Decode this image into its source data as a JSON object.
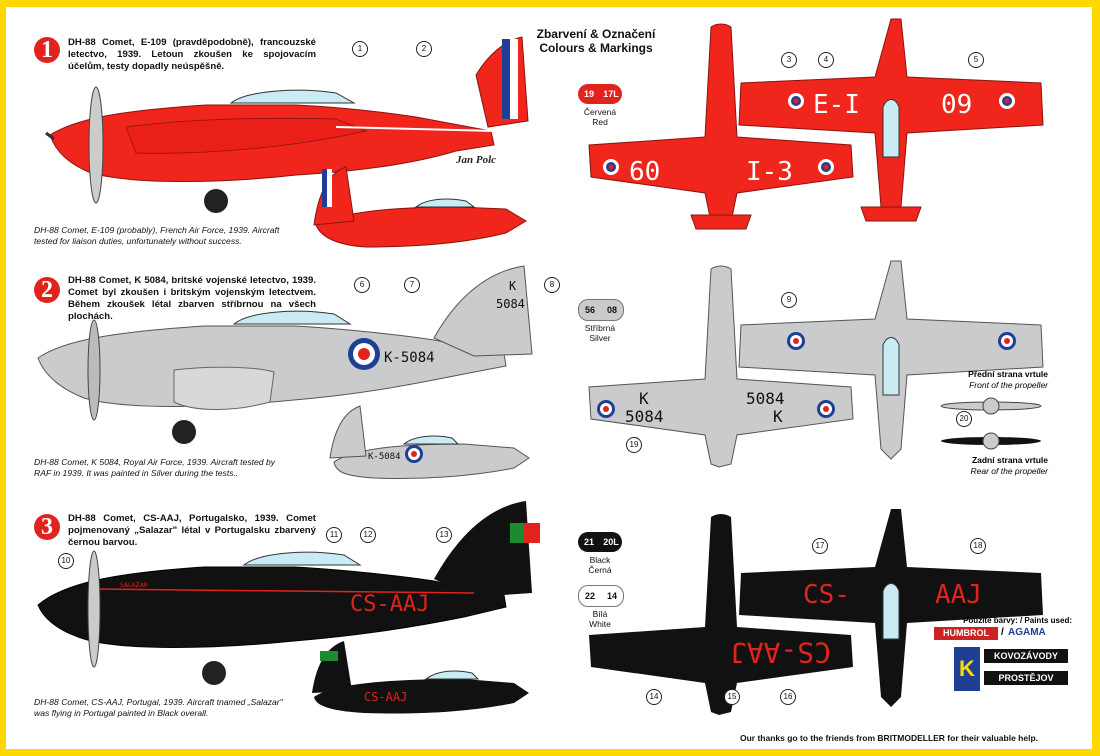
{
  "header": {
    "title_cz": "Zbarvení & Označení",
    "title_en": "Colours & Markings"
  },
  "variants": [
    {
      "number": "1",
      "desc_cz": "DH-88 Comet, E-109 (pravděpodobně), francouzské letectvo, 1939. Letoun zkoušen ke spojovacím účelům, testy dopadly neúspěšně.",
      "desc_en": "DH-88 Comet, E-109 (probably), French Air Force, 1939. Aircraft tested for liaison duties, unfortunately without success.",
      "signature": "Jan Polc",
      "side_code": "",
      "top_code_left": "E-I",
      "top_code_right": "09",
      "bottom_code_left": "60",
      "bottom_code_right": "I-3",
      "color": "#f0251b"
    },
    {
      "number": "2",
      "desc_cz": "DH-88 Comet, K 5084, britské vojenské letectvo, 1939. Comet byl zkoušen i britským vojenským letectvem. Během zkoušek létal zbarven stříbrnou na všech plochách.",
      "desc_en": "DH-88 Comet, K 5084, Royal Air Force, 1939. Aircraft tested by RAF in 1939. It was painted in Silver during the tests..",
      "side_code": "K-5084",
      "fin_code_1": "K",
      "fin_code_2": "5084",
      "wing_code_left_1": "K",
      "wing_code_left_2": "5084",
      "wing_code_right_1": "5084",
      "wing_code_right_2": "K",
      "color": "#c9cbcc"
    },
    {
      "number": "3",
      "desc_cz": "DH-88 Comet, CS-AAJ, Portugalsko, 1939. Comet pojmenovaný „Salazar\" létal v Portugalsku zbarvený černou barvou.",
      "desc_en": "DH-88 Comet, CS-AAJ, Portugal, 1939. Aircraft tnamed „Salazar\" was flying in Portugal painted in Black overall.",
      "side_code": "CS-AAJ",
      "nose_name": "SALAZAR",
      "top_code_left": "CS-",
      "top_code_right": "AAJ",
      "bottom_code": "CS-AAJ",
      "color": "#111111"
    }
  ],
  "paints": [
    {
      "code_a": "19",
      "code_b": "17L",
      "name_cz": "Červená",
      "name_en": "Red",
      "color": "#e0231c",
      "text": "#ffffff"
    },
    {
      "code_a": "56",
      "code_b": "08",
      "name_cz": "Stříbrná",
      "name_en": "Silver",
      "color": "#c9cbcc",
      "text": "#111111"
    },
    {
      "code_a": "21",
      "code_b": "20L",
      "name_cz": "Black",
      "name_en": "Černá",
      "color": "#111111",
      "text": "#ffffff"
    },
    {
      "code_a": "22",
      "code_b": "14",
      "name_cz": "Bílá",
      "name_en": "White",
      "color": "#ffffff",
      "text": "#111111"
    }
  ],
  "propeller": {
    "front_cz": "Přední strana vrtule",
    "front_en": "Front of the propeller",
    "rear_cz": "Zadní strana vrtule",
    "rear_en": "Rear of the propeller",
    "callout": "20"
  },
  "brands": {
    "used_label": "Použité barvy: / Paints used:",
    "humbrol": "HUMBROL",
    "separator": "/",
    "agama": "AGAMA",
    "company_1": "KOVOZÁVODY",
    "company_2": "PROSTĚJOV",
    "logo_letter": "K"
  },
  "footer": "Our thanks go to the friends from BRITMODELLER for their valuable help.",
  "callouts": {
    "c1": "1",
    "c2": "2",
    "c3": "3",
    "c4": "4",
    "c5": "5",
    "c6": "6",
    "c7": "7",
    "c8": "8",
    "c9": "9",
    "c10": "10",
    "c11": "11",
    "c12": "12",
    "c13": "13",
    "c14": "14",
    "c15": "15",
    "c16": "16",
    "c17": "17",
    "c18": "18",
    "c19": "19",
    "c20": "20"
  },
  "colors": {
    "border_yellow": "#ffd800",
    "red": "#f0251b",
    "silver": "#c9cbcc",
    "black": "#111111",
    "roundel_blue": "#1f3f94"
  }
}
